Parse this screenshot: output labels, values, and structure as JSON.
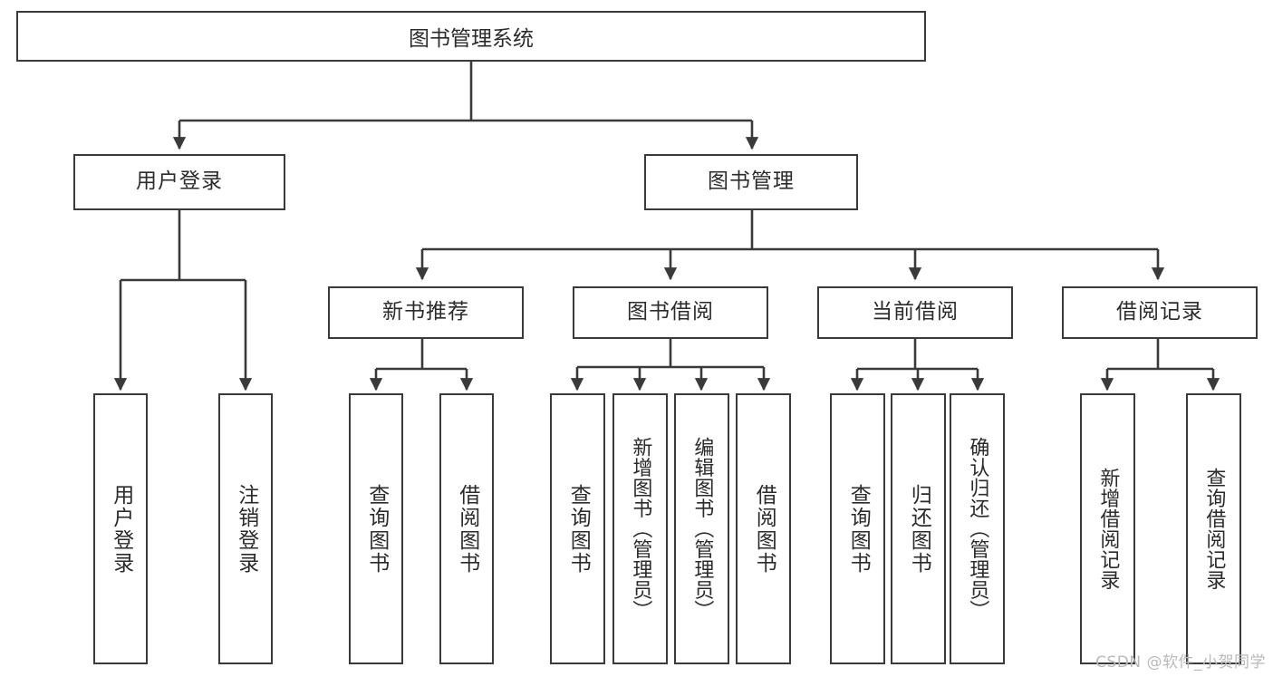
{
  "diagram": {
    "title": "图书管理系统",
    "type": "tree",
    "colors": {
      "stroke": "#3a3a3a",
      "fill": "#ffffff",
      "text": "#2b2b2b",
      "watermark": "#b9b9b9"
    },
    "root": {
      "label": "图书管理系统"
    },
    "level2": [
      {
        "label": "用户登录"
      },
      {
        "label": "图书管理"
      }
    ],
    "level3": [
      {
        "label": "新书推荐"
      },
      {
        "label": "图书借阅"
      },
      {
        "label": "当前借阅"
      },
      {
        "label": "借阅记录"
      }
    ],
    "leaves": {
      "user_login": [
        {
          "label": "用户登录"
        },
        {
          "label": "注销登录"
        }
      ],
      "new_book": [
        {
          "label": "查询图书"
        },
        {
          "label": "借阅图书"
        }
      ],
      "book_borrow": [
        {
          "label": "查询图书"
        },
        {
          "label": "新增图书（管理员）"
        },
        {
          "label": "编辑图书（管理员）"
        },
        {
          "label": "借阅图书"
        }
      ],
      "current_borrow": [
        {
          "label": "查询图书"
        },
        {
          "label": "归还图书"
        },
        {
          "label": "确认归还（管理员）"
        }
      ],
      "borrow_record": [
        {
          "label": "新增借阅记录"
        },
        {
          "label": "查询借阅记录"
        }
      ]
    }
  },
  "watermark": {
    "text": "CSDN @软件_小贺同学"
  }
}
